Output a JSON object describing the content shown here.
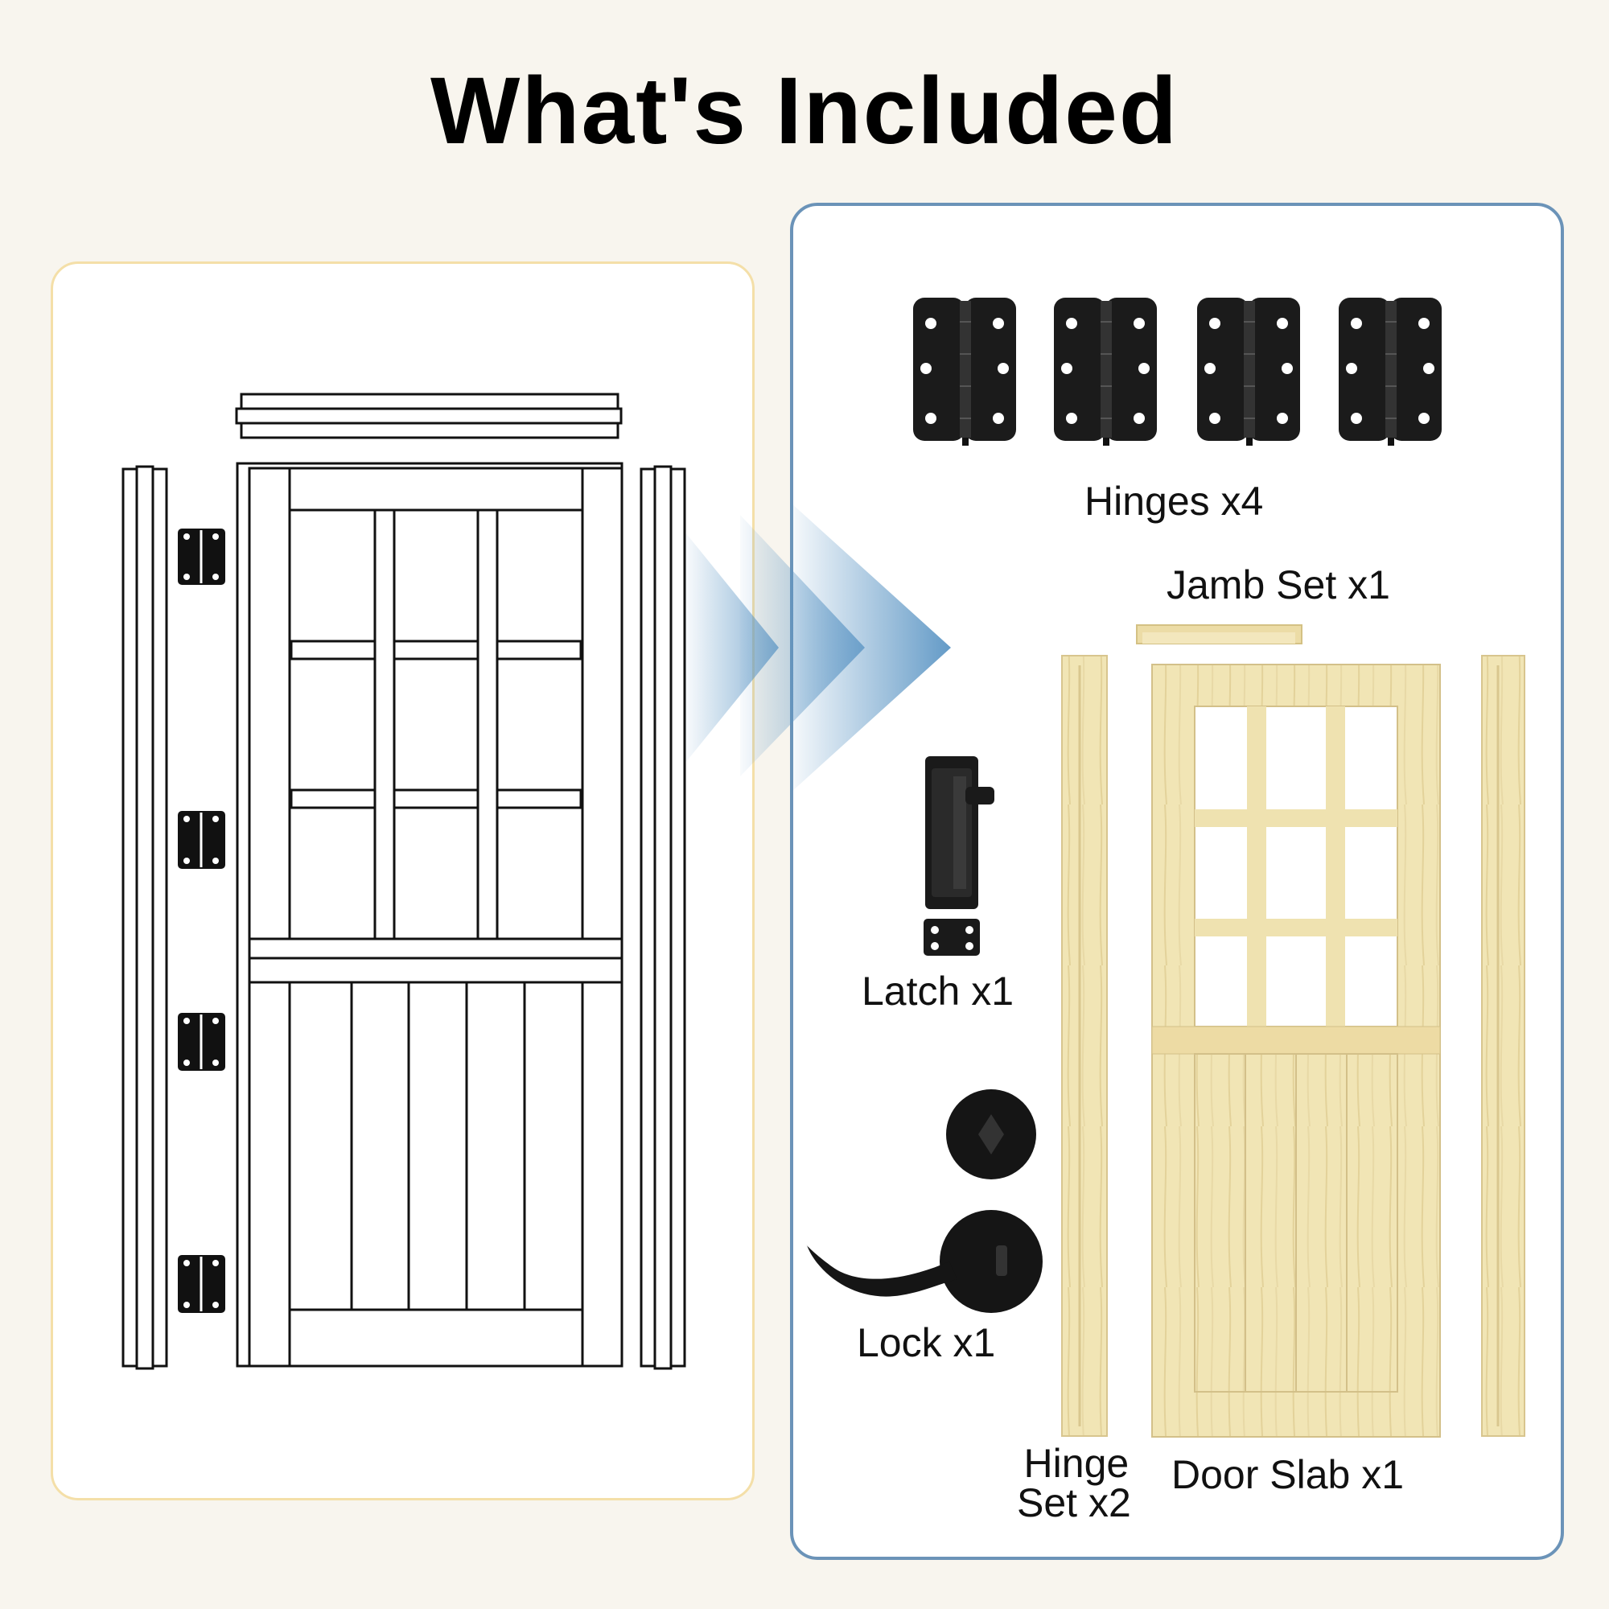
{
  "title": "What's Included",
  "labels": {
    "hinges": "Hinges x4",
    "jamb_set": "Jamb Set x1",
    "latch": "Latch x1",
    "lock": "Lock x1",
    "hinge_set_line1": "Hinge",
    "hinge_set_line2": "Set x2",
    "door_slab": "Door Slab x1"
  },
  "colors": {
    "background": "#f8f5ee",
    "left_panel_border": "#f4dfa8",
    "right_panel_border": "#6b93b8",
    "arrow_blue": "#5b95c4",
    "wood": "#f1e5b5",
    "hardware": "#111111"
  },
  "icons": [
    "hinge-icon",
    "latch-icon",
    "lock-icon",
    "arrow-icon"
  ]
}
